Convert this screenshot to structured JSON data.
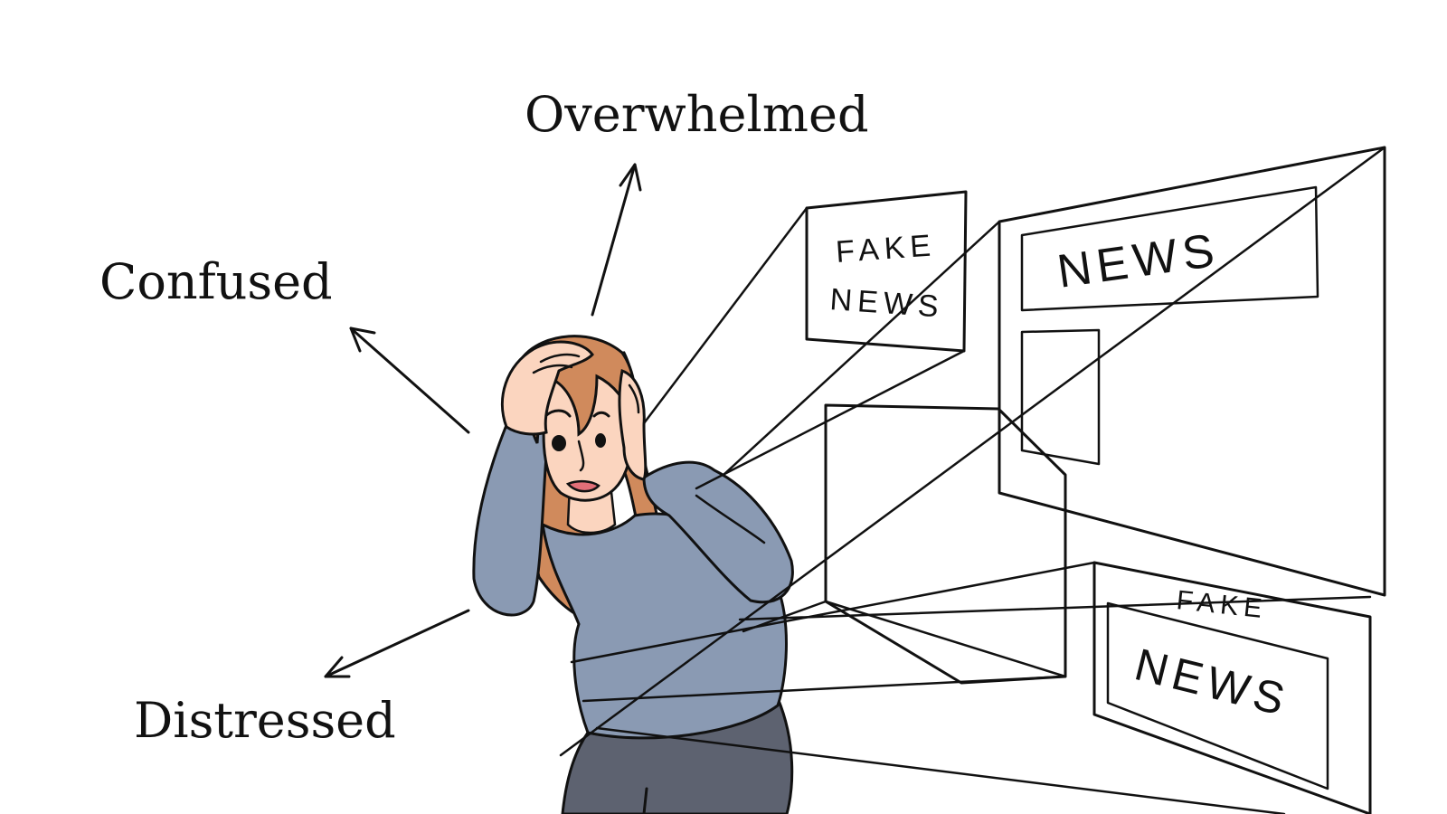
{
  "emotions": {
    "overwhelmed": "Overwhelmed",
    "confused": "Confused",
    "distressed": "Distressed"
  },
  "boards": {
    "small_top_line1": "FAKE",
    "small_top_line2": "NEWS",
    "large_headline": "NEWS",
    "bottom_small": "FAKE",
    "bottom_large": "NEWS"
  },
  "colors": {
    "ink": "#111111",
    "sweater": "#8a9ab3",
    "pants": "#5d6270",
    "hair": "#d08a5c",
    "skin": "#fbd5bf",
    "mouth": "#e26f78",
    "background": "#ffffff"
  }
}
